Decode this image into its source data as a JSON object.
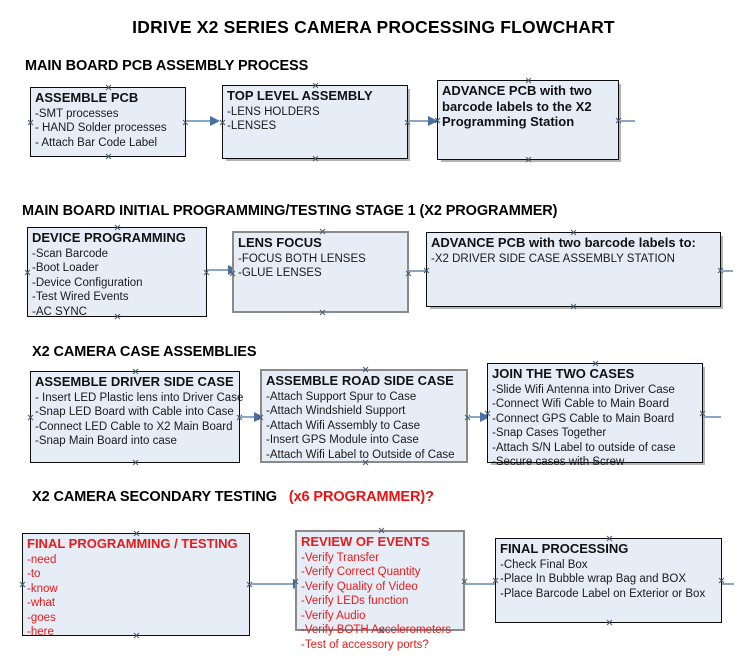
{
  "document": {
    "title": "IDRIVE X2  SERIES CAMERA PROCESSING FLOWCHART"
  },
  "colors": {
    "box_fill": "#e6edf7",
    "box_border_black": "#0b0b0b",
    "box_border_gray": "#8a8a8a",
    "arrow_line": "#8ba5c4",
    "arrow_head": "#4a6fa5",
    "red_text": "#e81b1b",
    "black_text": "#111111"
  },
  "sections": [
    {
      "id": "main-board-pcb-assembly-process",
      "heading": "MAIN BOARD PCB ASSEMBLY PROCESS",
      "nodes": [
        {
          "id": "assemble-pcb",
          "title": "ASSEMBLE PCB",
          "lines": [
            "-SMT processes",
            "- HAND Solder processes",
            "- Attach Bar Code Label"
          ]
        },
        {
          "id": "top-level-assembly",
          "title": "TOP LEVEL ASSEMBLY",
          "lines": [
            "-LENS HOLDERS",
            "-LENSES"
          ]
        },
        {
          "id": "advance-pcb-to-x2-programming-station",
          "title": "ADVANCE PCB with two barcode labels to the  X2 Programming Station",
          "lines": []
        }
      ]
    },
    {
      "id": "main-board-initial-programming-testing-stage-1",
      "heading": "MAIN BOARD INITIAL PROGRAMMING/TESTING STAGE 1 (X2 PROGRAMMER)",
      "nodes": [
        {
          "id": "device-programming",
          "title": "DEVICE PROGRAMMING",
          "lines": [
            "-Scan Barcode",
            "-Boot Loader",
            "-Device Configuration",
            "-Test Wired Events",
            "-AC SYNC"
          ]
        },
        {
          "id": "lens-focus",
          "title": "LENS FOCUS",
          "lines": [
            "-FOCUS BOTH LENSES",
            "-GLUE LENSES"
          ]
        },
        {
          "id": "advance-pcb-to-driver-side-case-assembly",
          "title": "ADVANCE PCB with two barcode labels to:",
          "lines": [
            "-X2 DRIVER  SIDE  CASE  ASSEMBLY STATION"
          ]
        }
      ]
    },
    {
      "id": "x2-camera-case-assemblies",
      "heading": "X2 CAMERA CASE ASSEMBLIES",
      "nodes": [
        {
          "id": "assemble-driver-side-case",
          "title": "ASSEMBLE DRIVER SIDE CASE",
          "lines": [
            "- Insert LED Plastic lens into Driver Case",
            "-Snap LED Board with Cable into Case",
            "-Connect LED Cable to X2 Main Board",
            "-Snap Main Board into case"
          ]
        },
        {
          "id": "assemble-road-side-case",
          "title": "ASSEMBLE ROAD SIDE CASE",
          "lines": [
            "-Attach Support Spur to Case",
            "-Attach Windshield Support",
            "-Attach Wifi Assembly to Case",
            "-Insert GPS Module into Case",
            "-Attach Wifi Label to Outside of Case"
          ]
        },
        {
          "id": "join-the-two-cases",
          "title": "JOIN THE TWO CASES",
          "lines": [
            "-Slide Wifi Antenna into Driver Case",
            "-Connect Wifi Cable to Main Board",
            "-Connect GPS Cable to Main Board",
            "-Snap Cases Together",
            "-Attach S/N Label to outside of case",
            "-Secure cases with Screw"
          ]
        }
      ]
    },
    {
      "id": "x2-camera-secondary-testing",
      "heading_main": "X2 CAMERA SECONDARY TESTING",
      "heading_red": "(x6 PROGRAMMER)?",
      "nodes": [
        {
          "id": "final-programming-testing",
          "title": "FINAL PROGRAMMING / TESTING",
          "lines": [
            "-need",
            "-to",
            "-know",
            "-what",
            "-goes",
            "-here"
          ]
        },
        {
          "id": "review-of-events",
          "title": "REVIEW OF EVENTS",
          "lines": [
            "-Verify Transfer",
            "-Verify Correct Quantity",
            "-Verify Quality of Video",
            "-Verify LEDs function",
            "-Verify Audio",
            "-Verify BOTH Accelerometers",
            "-Test of accessory ports?"
          ]
        },
        {
          "id": "final-processing",
          "title": "FINAL PROCESSING",
          "lines": [
            " -Check Final Box",
            "-Place In Bubble wrap Bag and BOX",
            "-Place Barcode Label on Exterior or Box"
          ]
        }
      ]
    }
  ]
}
